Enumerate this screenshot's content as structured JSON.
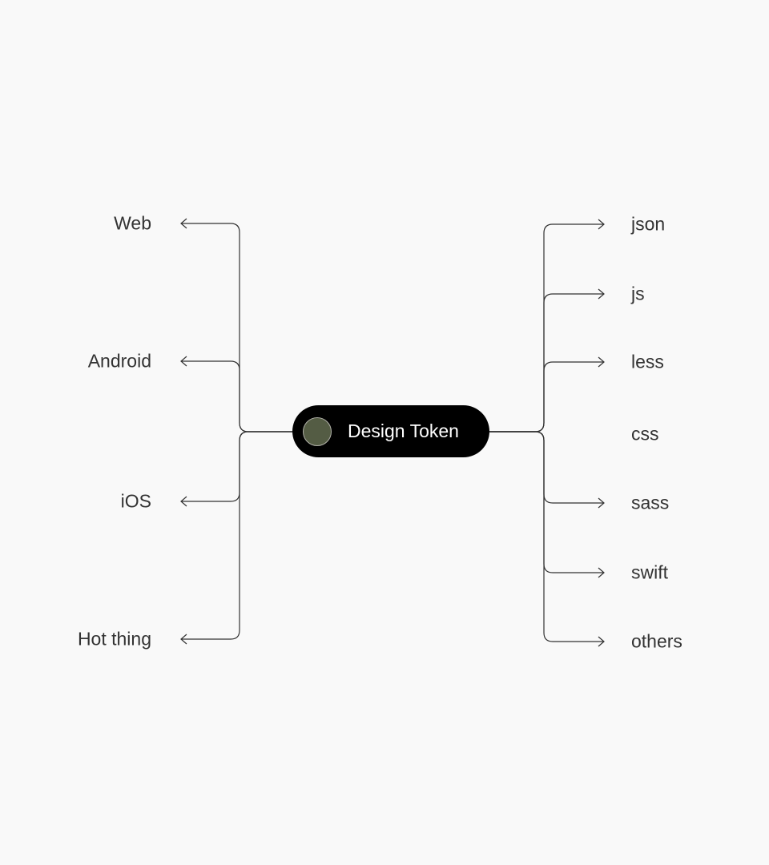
{
  "center": {
    "label": "Design Token",
    "dot_color": "#545c44",
    "pill_color": "#000000"
  },
  "left_nodes": [
    {
      "label": "Web",
      "has_arrow": true
    },
    {
      "label": "Android",
      "has_arrow": true
    },
    {
      "label": "iOS",
      "has_arrow": true
    },
    {
      "label": "Hot thing",
      "has_arrow": true
    }
  ],
  "right_nodes": [
    {
      "label": "json",
      "has_arrow": true
    },
    {
      "label": "js",
      "has_arrow": true
    },
    {
      "label": "less",
      "has_arrow": true
    },
    {
      "label": "css",
      "has_arrow": false
    },
    {
      "label": "sass",
      "has_arrow": true
    },
    {
      "label": "swift",
      "has_arrow": true
    },
    {
      "label": "others",
      "has_arrow": true
    }
  ]
}
